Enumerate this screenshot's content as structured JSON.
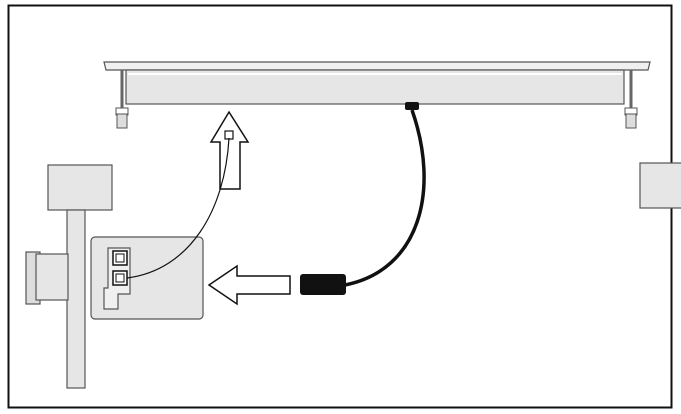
{
  "diagram": {
    "style": "monochrome line drawing",
    "colors": {
      "frame": "#111111",
      "part_fill": "#e6e6e6",
      "part_fill_light": "#f0f0f0",
      "part_stroke": "#555555",
      "cable": "#111111",
      "arrow_fill": "#ffffff"
    },
    "components": [
      {
        "id": "light-bar"
      },
      {
        "id": "mounting-clip-left"
      },
      {
        "id": "mounting-clip-right"
      },
      {
        "id": "power-cable"
      },
      {
        "id": "cable-connector-plug"
      },
      {
        "id": "control-housing"
      },
      {
        "id": "connector-socket"
      },
      {
        "id": "wiring-harness"
      },
      {
        "id": "side-block-left"
      },
      {
        "id": "side-block-right"
      }
    ],
    "arrows": [
      {
        "id": "arrow-up",
        "direction": "up"
      },
      {
        "id": "arrow-left",
        "direction": "left"
      }
    ]
  }
}
